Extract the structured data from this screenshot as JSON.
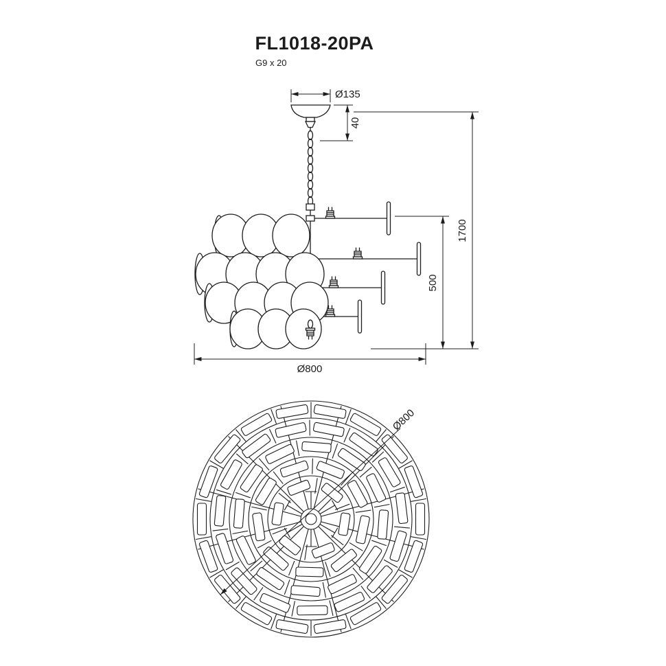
{
  "header": {
    "model": "FL1018-20PA",
    "lamp_spec": "G9 x 20"
  },
  "side_view": {
    "canopy_diameter": "Ø135",
    "canopy_height": "40",
    "suspension_height": "1700",
    "fixture_height": "500",
    "fixture_diameter": "Ø800"
  },
  "bottom_view": {
    "fixture_diameter": "Ø800"
  },
  "colors": {
    "line": "#1c1c1c",
    "background": "#ffffff"
  }
}
